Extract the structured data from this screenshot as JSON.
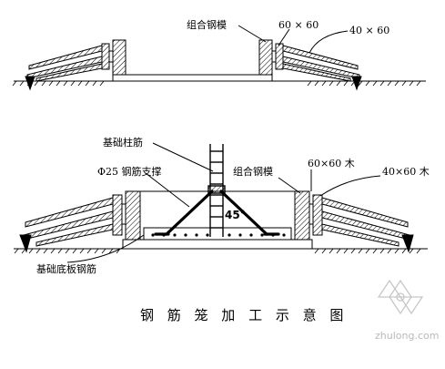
{
  "labels": {
    "top_formwork": "组合钢模",
    "top_size_1": "60 × 60",
    "top_size_2": "40 × 60",
    "column_bar": "基础柱筋",
    "support_bar": "Φ25 钢筋支撑",
    "bottom_formwork": "组合钢模",
    "bottom_size_1": "60×60 木",
    "bottom_size_2": "40×60 木",
    "angle": "45°",
    "base_slab_bar": "基础底板钢筋"
  },
  "caption": "钢 筋 笼 加 工 示 意 图",
  "watermark": "zhulong.com",
  "colors": {
    "ink": "#000000",
    "watermark": "#b9b9b9",
    "paper": "#ffffff"
  }
}
